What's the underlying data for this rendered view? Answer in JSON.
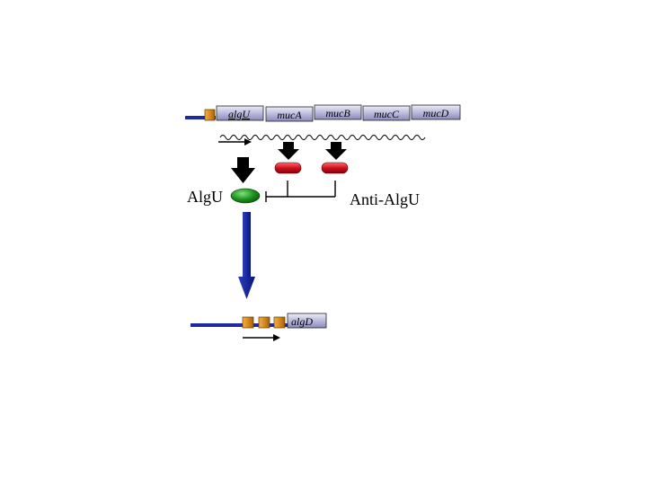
{
  "operon": {
    "genes": [
      "algU",
      "mucA",
      "mucB",
      "mucC",
      "mucD"
    ]
  },
  "labels": {
    "algu_protein": "AlgU",
    "anti_algu": "Anti-AlgU"
  },
  "target": {
    "gene": "algD"
  },
  "colors": {
    "dna_line": "#1f2aa0",
    "gene_box_top": "#e6e6f5",
    "gene_box_bottom": "#8c8cc0",
    "promoter_box": "#d98a1f",
    "algu_protein": "#1a8f1a",
    "anti_algu_protein": "#d01020",
    "regulation_arrow": "#0a1478",
    "black": "#000000"
  }
}
